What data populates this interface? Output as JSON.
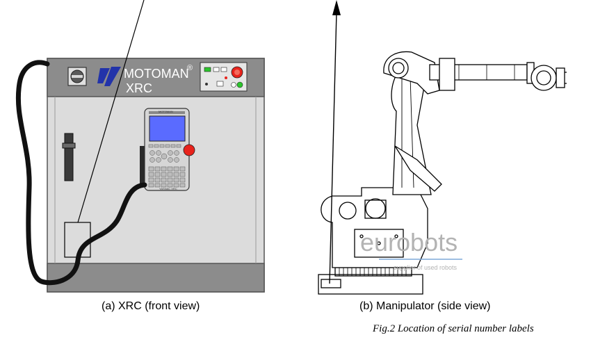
{
  "controller": {
    "brand": "MOTOMAN",
    "registered": "®",
    "model": "XRC",
    "pendant_brand": "MOTOMAN",
    "pendant_model": "YASNAC XRC",
    "caption": "(a) XRC (front view)"
  },
  "manipulator": {
    "caption": "(b) Manipulator (side view)"
  },
  "figure_caption": "Fig.2  Location of serial number labels",
  "watermark": {
    "name": "eurobots",
    "tagline": "supplier of used robots"
  },
  "colors": {
    "cabinet_top": "#8c8c8c",
    "cabinet_body": "#dcdcdc",
    "pendant_screen": "#5a6bff",
    "estop": "#e8231c",
    "status_green": "#2cc52c",
    "watermark_gray": "#b3b3b3",
    "watermark_blue": "#7fa8d8"
  }
}
